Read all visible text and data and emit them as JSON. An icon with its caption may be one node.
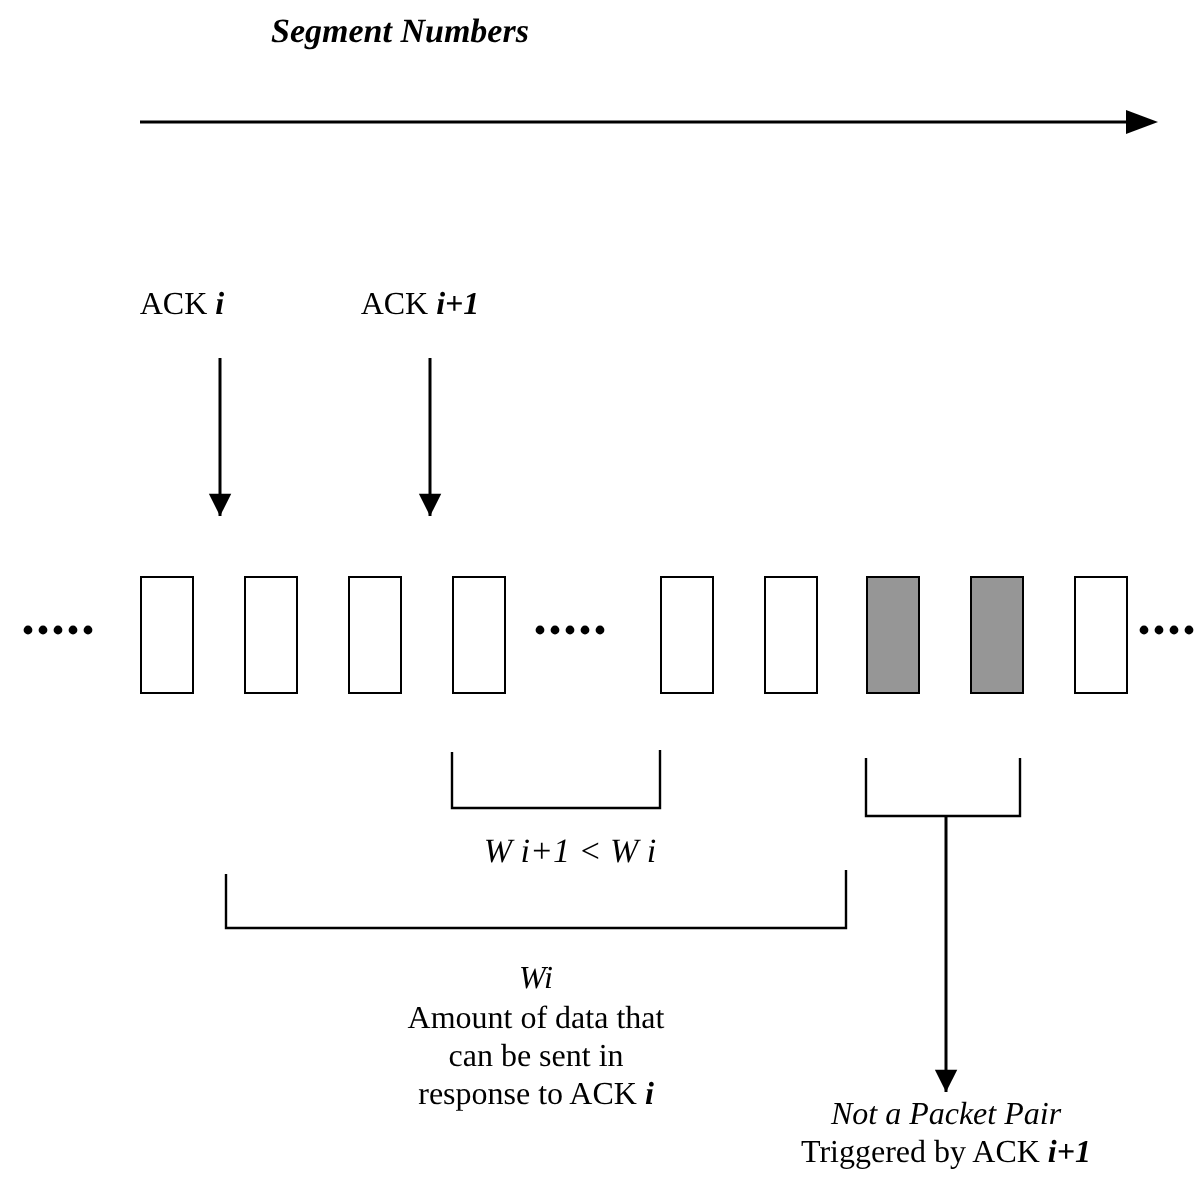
{
  "diagram": {
    "nodes": [
      {
        "text": [
          "ACK **i**"
        ]
      },
      {
        "text": [
          "ACK **i+1**"
        ]
      },
      {
        "text": [],
        "shape": "box"
      },
      {
        "text": [],
        "shape": "box"
      },
      {
        "text": [],
        "shape": "box"
      },
      {
        "text": [],
        "shape": "box"
      },
      {
        "text": [],
        "shape": "box"
      },
      {
        "text": [],
        "shape": "box"
      },
      {
        "text": [],
        "shape": "box"
      },
      {
        "text": [],
        "shape": "box"
      },
      {
        "text": [],
        "shape": "box"
      },
      {
        "text": [
          "Not a Packet Pair",
          "Triggered by ACK **i+1**"
        ]
      },
      {
        "text": [],
        "shape": "bracket"
      }
    ],
    "edges": [
      {
        "from": 0,
        "to": null,
        "arrow": "to"
      },
      {
        "from": 1,
        "to": null,
        "arrow": "to"
      },
      {
        "from": 12,
        "to": 11,
        "arrow": "to"
      }
    ],
    "labels": [
      "Segment Numbers",
      "W i+1 < W i",
      "Wi",
      "Amount of data that can be sent in response to ACK **i**"
    ]
  }
}
